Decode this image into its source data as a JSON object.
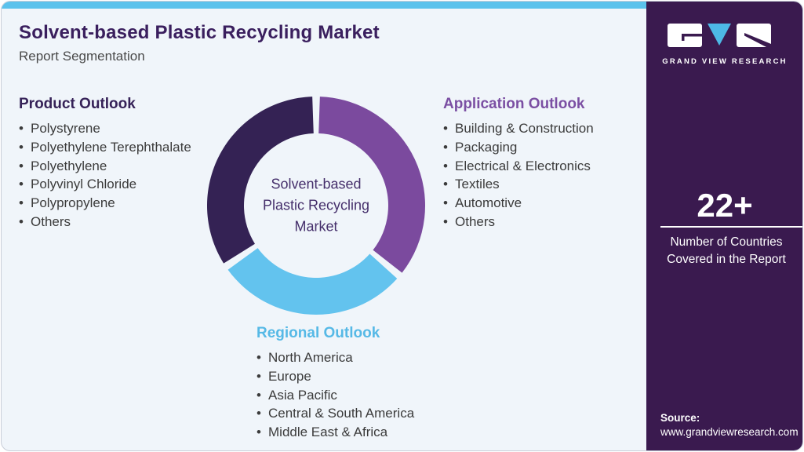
{
  "header": {
    "title": "Solvent-based Plastic Recycling Market",
    "subtitle": "Report Segmentation"
  },
  "sections": {
    "product": {
      "heading": "Product Outlook",
      "accent_color": "#362258",
      "items": [
        "Polystyrene",
        "Polyethylene Terephthalate",
        "Polyethylene",
        "Polyvinyl Chloride",
        "Polypropylene",
        "Others"
      ]
    },
    "application": {
      "heading": "Application Outlook",
      "accent_color": "#7b4fa3",
      "items": [
        "Building & Construction",
        "Packaging",
        "Electrical & Electronics",
        "Textiles",
        "Automotive",
        "Others"
      ]
    },
    "regional": {
      "heading": "Regional Outlook",
      "accent_color": "#56b9e6",
      "items": [
        "North America",
        "Europe",
        "Asia Pacific",
        "Central & South America",
        "Middle East & Africa"
      ]
    }
  },
  "chart_data": {
    "type": "donut",
    "center_label_lines": [
      "Solvent-based",
      "Plastic Recycling",
      "Market"
    ],
    "outer_radius": 139,
    "inner_radius": 92,
    "segments": [
      {
        "name": "Application Outlook",
        "color": "#7b4a9e",
        "start_deg": 2,
        "end_deg": 128
      },
      {
        "name": "Regional Outlook",
        "color": "#63c3ee",
        "start_deg": 132,
        "end_deg": 234
      },
      {
        "name": "Product Outlook",
        "color": "#342254",
        "start_deg": 238,
        "end_deg": 358
      }
    ]
  },
  "sidebar": {
    "bg_color": "#3a1a4f",
    "logo_text": "GRAND VIEW RESEARCH",
    "logo_accent_color": "#4db9e6",
    "stat_value": "22+",
    "stat_lines": [
      "Number of Countries",
      "Covered in the Report"
    ],
    "source_label": "Source:",
    "source_url": "www.grandviewresearch.com"
  },
  "colors": {
    "top_bar": "#5bc2ec",
    "card_bg": "#f0f5fa",
    "title": "#3a1f5e",
    "subtitle": "#4a4a4a",
    "list_text": "#3b3b3b",
    "center_text": "#452f6b"
  }
}
